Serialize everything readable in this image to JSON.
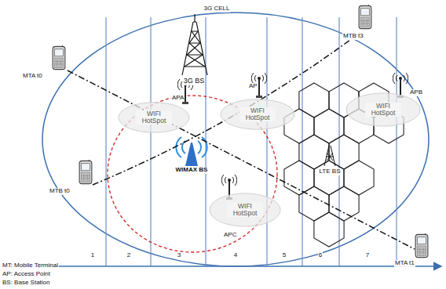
{
  "diagram": {
    "nodes": [
      {
        "text": [
          "WIFI HotSpot"
        ]
      },
      {
        "text": [
          "WIFI HotSpot"
        ]
      },
      {
        "text": [
          "WIFI HotSpot"
        ]
      },
      {
        "text": [
          "WIFI HotSpot"
        ]
      }
    ],
    "labels": [
      "3G CELL",
      "3G BS",
      "WIMAX BS",
      "LTE BS",
      "APA",
      "AP",
      "APC",
      "APB",
      "MTA t0",
      "MTB t3",
      "MTB t0",
      "MTA t1",
      "1",
      "2",
      "3",
      "4",
      "5",
      "6",
      "7",
      "MT: Mobile Terminal",
      "AP: Access Point",
      "BS: Base Station"
    ]
  }
}
